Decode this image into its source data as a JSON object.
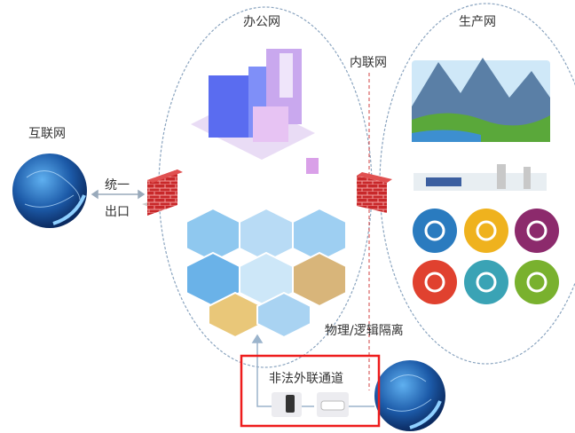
{
  "labels": {
    "internet": "互联网",
    "unified_exit_line1": "统一",
    "unified_exit_line2": "出口",
    "office_network": "办公网",
    "intranet": "内联网",
    "production_network": "生产网",
    "isolation": "物理/逻辑隔离",
    "illegal_channel": "非法外联通道"
  },
  "colors": {
    "ellipse_stroke": "#8aa4bf",
    "firewall": "#c8282a",
    "highlight_box": "#ee1c1c",
    "globe": "#1c5aa8"
  },
  "production_icons": [
    {
      "icon": "wind-turbine-icon",
      "color": "#2a7bbf"
    },
    {
      "icon": "oil-pump-icon",
      "color": "#efb21e"
    },
    {
      "icon": "tanker-icon",
      "color": "#8c2a6c"
    },
    {
      "icon": "power-tower-icon",
      "color": "#e0412f"
    },
    {
      "icon": "factory-icon",
      "color": "#3aa3b5"
    },
    {
      "icon": "gear-icon",
      "color": "#79b12e"
    }
  ]
}
